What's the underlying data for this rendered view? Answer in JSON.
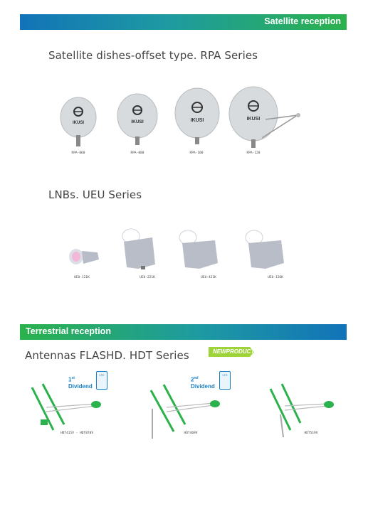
{
  "satellite": {
    "band_label": "Satellite reception",
    "section_title": "Satellite dishes-offset type. RPA Series",
    "brand": "IKUSI",
    "dishes": [
      {
        "model": "RPA-060"
      },
      {
        "model": "RPA-080"
      },
      {
        "model": "RPA-100"
      },
      {
        "model": "RPA-120"
      }
    ]
  },
  "lnb": {
    "section_title": "LNBs. UEU Series",
    "items": [
      {
        "model": "UEU-121K"
      },
      {
        "model": "UEU-221K"
      },
      {
        "model": "UEU-421K"
      },
      {
        "model": "UEU-126K"
      }
    ]
  },
  "terrestrial": {
    "band_label": "Terrestrial reception",
    "section_title": "Antennas FLASHD. HDT Series",
    "new_badge": "NEWPRODUCT",
    "dividend_1": {
      "sup": "st",
      "num": "1",
      "word": "Dividend"
    },
    "dividend_2": {
      "sup": "nd",
      "num": "2",
      "word": "Dividend"
    },
    "antennas": [
      {
        "model": "HDT415V - HDT870V"
      },
      {
        "model": "HDT469V"
      },
      {
        "model": "HDT519V"
      }
    ]
  },
  "colors": {
    "green": "#2bb24c",
    "blue": "#1273b8",
    "dish": "#d7dbdd"
  }
}
